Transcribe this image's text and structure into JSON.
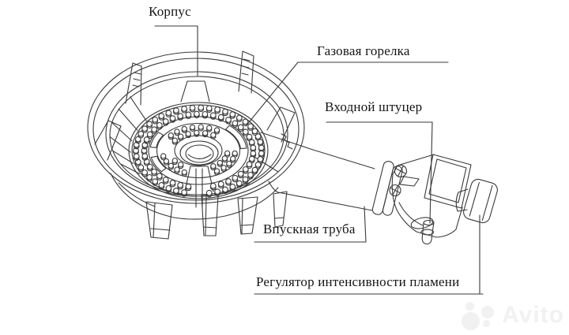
{
  "diagram": {
    "labels": {
      "body": "Корпус",
      "gas_burner": "Газовая горелка",
      "inlet_fitting": "Входной штуцер",
      "intake_pipe": "Впускная труба",
      "flame_regulator": "Регулятор интенсивности пламени"
    }
  },
  "watermark": {
    "brand": "Avito"
  },
  "colors": {
    "background": "#ffffff",
    "line": "#3a3a3a",
    "text": "#151515",
    "watermark": "#f1f1f1"
  }
}
